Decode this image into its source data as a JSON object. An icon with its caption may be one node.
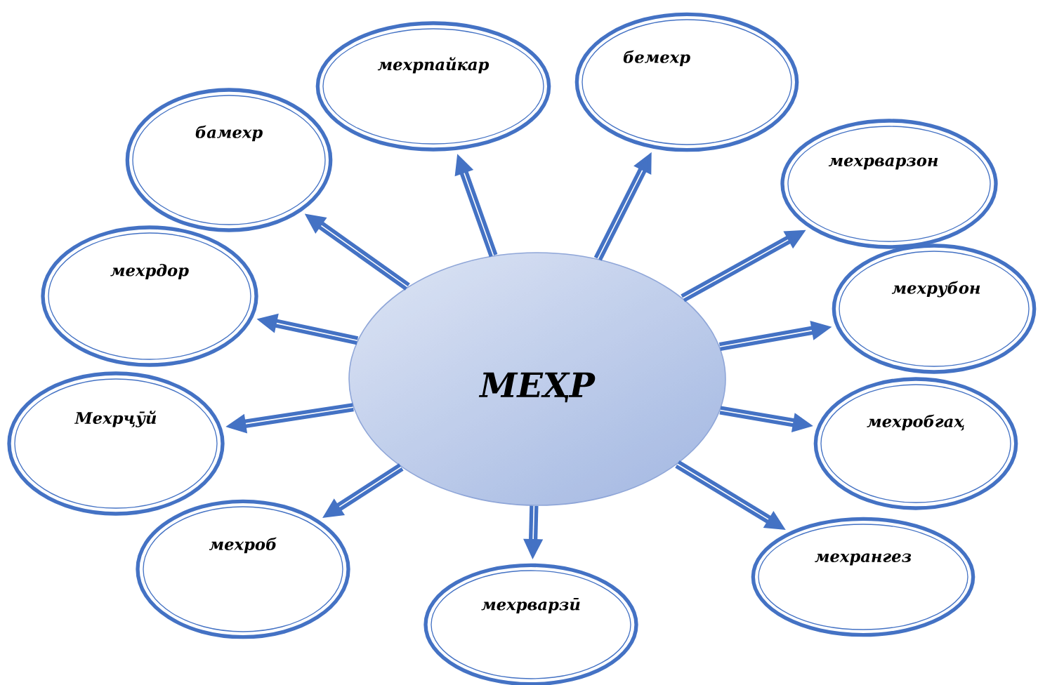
{
  "diagram": {
    "nodes": [
      {
        "text": [
          "МЕҲР"
        ]
      },
      {
        "text": [
          "бамехр"
        ]
      },
      {
        "text": [
          "мехрпайкар"
        ]
      },
      {
        "text": [
          "бемехр"
        ]
      },
      {
        "text": [
          "мехрварзон"
        ]
      },
      {
        "text": [
          "мехрубон"
        ]
      },
      {
        "text": [
          "мехробгаҳ"
        ]
      },
      {
        "text": [
          "мехрангез"
        ]
      },
      {
        "text": [
          "мехрварзӣ"
        ]
      },
      {
        "text": [
          "мехроб"
        ]
      },
      {
        "text": [
          "Мехрҷӯй"
        ]
      },
      {
        "text": [
          "мехрдор"
        ]
      }
    ],
    "edges": [
      {
        "from": 0,
        "to": 1,
        "arrow": "to"
      },
      {
        "from": 0,
        "to": 2,
        "arrow": "to"
      },
      {
        "from": 0,
        "to": 3,
        "arrow": "to"
      },
      {
        "from": 0,
        "to": 4,
        "arrow": "to"
      },
      {
        "from": 0,
        "to": 5,
        "arrow": "to"
      },
      {
        "from": 0,
        "to": 6,
        "arrow": "to"
      },
      {
        "from": 0,
        "to": 7,
        "arrow": "to"
      },
      {
        "from": 0,
        "to": 8,
        "arrow": "to"
      },
      {
        "from": 0,
        "to": 9,
        "arrow": "to"
      },
      {
        "from": 0,
        "to": 10,
        "arrow": "to"
      },
      {
        "from": 0,
        "to": 11,
        "arrow": "to"
      }
    ]
  }
}
